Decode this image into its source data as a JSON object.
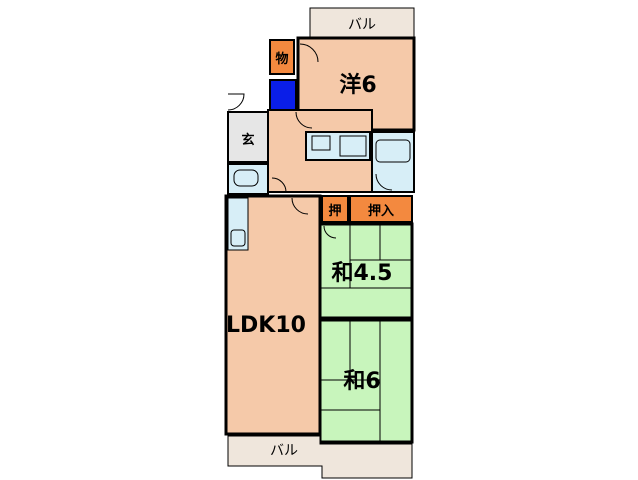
{
  "colors": {
    "wall": "#000000",
    "tatami": "#c8f5bc",
    "flooring": "#f5c9a9",
    "storage": "#f3893f",
    "balcony": "#efe6dc",
    "wet_area": "#d7eef7",
    "entrance": "#e6e6e6",
    "pipe_space": "#0a1ee8"
  },
  "labels": {
    "balcony_top": "バル",
    "balcony_bottom": "バル",
    "storage_small": "物",
    "western_room": "洋6",
    "entrance": "玄",
    "closet_small": "押",
    "closet_large": "押入",
    "japanese_room_1": "和4.5",
    "ldk": "LDK10",
    "japanese_room_2": "和6"
  }
}
